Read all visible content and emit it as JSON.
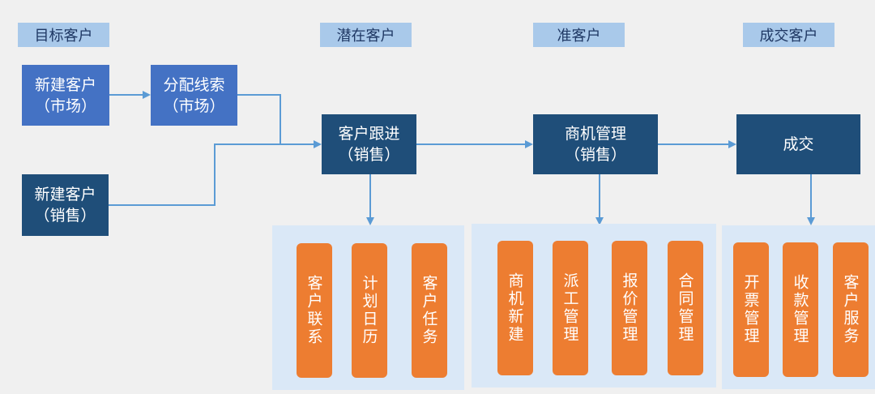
{
  "stages": {
    "target": "目标客户",
    "potential": "潜在客户",
    "prospective": "准客户",
    "closed": "成交客户"
  },
  "nodes": {
    "new_market": {
      "line1": "新建客户",
      "line2": "（市场）"
    },
    "assign_leads": {
      "line1": "分配线索",
      "line2": "（市场）"
    },
    "new_sales": {
      "line1": "新建客户",
      "line2": "（销售）"
    },
    "follow_up": {
      "line1": "客户跟进",
      "line2": "（销售）"
    },
    "opportunity": {
      "line1": "商机管理",
      "line2": "（销售）"
    },
    "deal": {
      "line1": "成交"
    }
  },
  "tasks": {
    "follow_up": [
      "客户联系",
      "计划日历",
      "客户任务"
    ],
    "opportunity": [
      "商机新建",
      "派工管理",
      "报价管理",
      "合同管理"
    ],
    "deal": [
      "开票管理",
      "收款管理",
      "客户服务"
    ]
  },
  "colors": {
    "header_bg": "#a9c9ea",
    "blue_box": "#4472c4",
    "navy_box": "#1f4e79",
    "panel_bg": "#dae8f7",
    "pill": "#ed7d31",
    "arrow": "#5b9bd5"
  }
}
